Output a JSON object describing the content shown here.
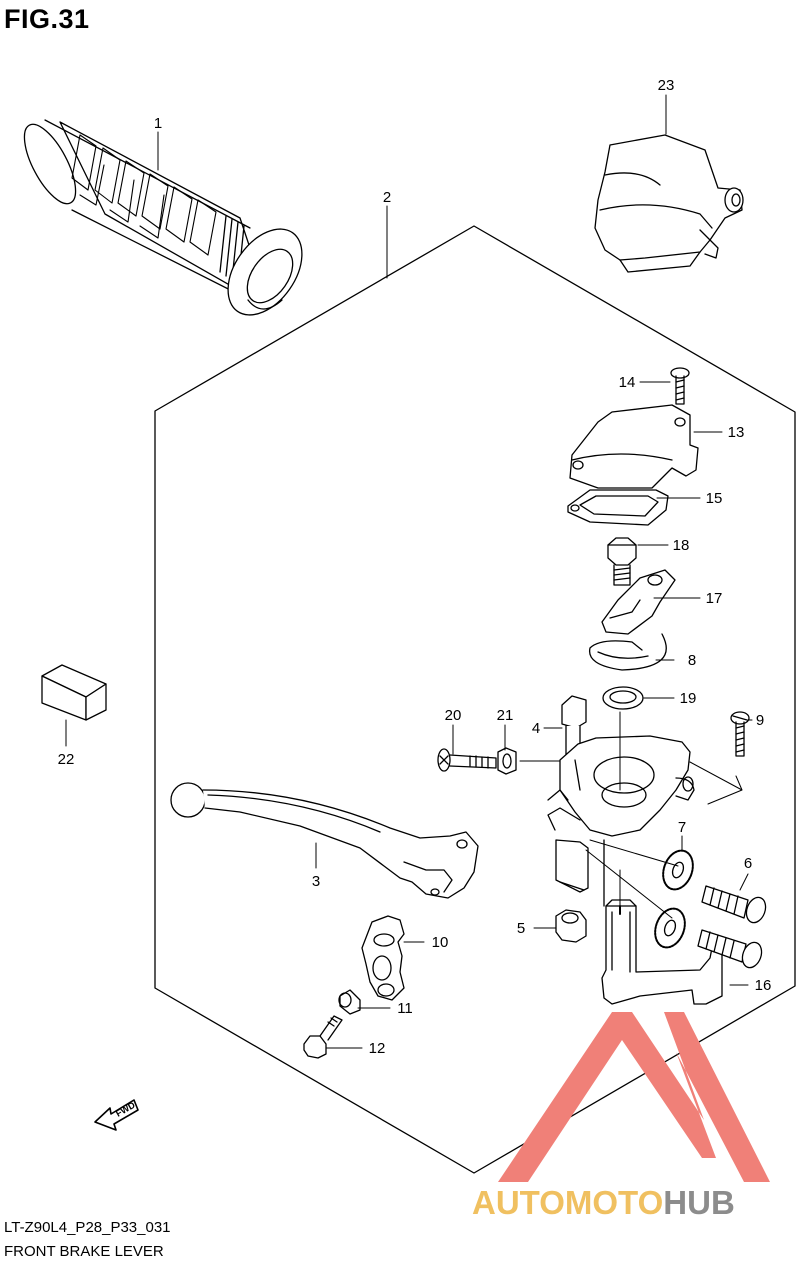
{
  "figure": {
    "title": "FIG.31",
    "code": "LT-Z90L4_P28_P33_031",
    "name": "FRONT BRAKE LEVER"
  },
  "parts": [
    {
      "id": "1",
      "label": "1"
    },
    {
      "id": "2",
      "label": "2"
    },
    {
      "id": "3",
      "label": "3"
    },
    {
      "id": "4",
      "label": "4"
    },
    {
      "id": "5",
      "label": "5"
    },
    {
      "id": "6",
      "label": "6"
    },
    {
      "id": "7",
      "label": "7"
    },
    {
      "id": "8",
      "label": "8"
    },
    {
      "id": "9",
      "label": "9"
    },
    {
      "id": "10",
      "label": "10"
    },
    {
      "id": "11",
      "label": "11"
    },
    {
      "id": "12",
      "label": "12"
    },
    {
      "id": "13",
      "label": "13"
    },
    {
      "id": "14",
      "label": "14"
    },
    {
      "id": "15",
      "label": "15"
    },
    {
      "id": "16",
      "label": "16"
    },
    {
      "id": "17",
      "label": "17"
    },
    {
      "id": "18",
      "label": "18"
    },
    {
      "id": "19",
      "label": "19"
    },
    {
      "id": "20",
      "label": "20"
    },
    {
      "id": "21",
      "label": "21"
    },
    {
      "id": "22",
      "label": "22"
    },
    {
      "id": "23",
      "label": "23"
    }
  ],
  "fwd_arrow": {
    "label": "FWD"
  },
  "watermark": {
    "part1": "AUTOMOTO",
    "part2": "HUB",
    "color_primary": "#f08078",
    "color_accent": "#f0c060",
    "color_secondary": "#8c8c8c"
  }
}
